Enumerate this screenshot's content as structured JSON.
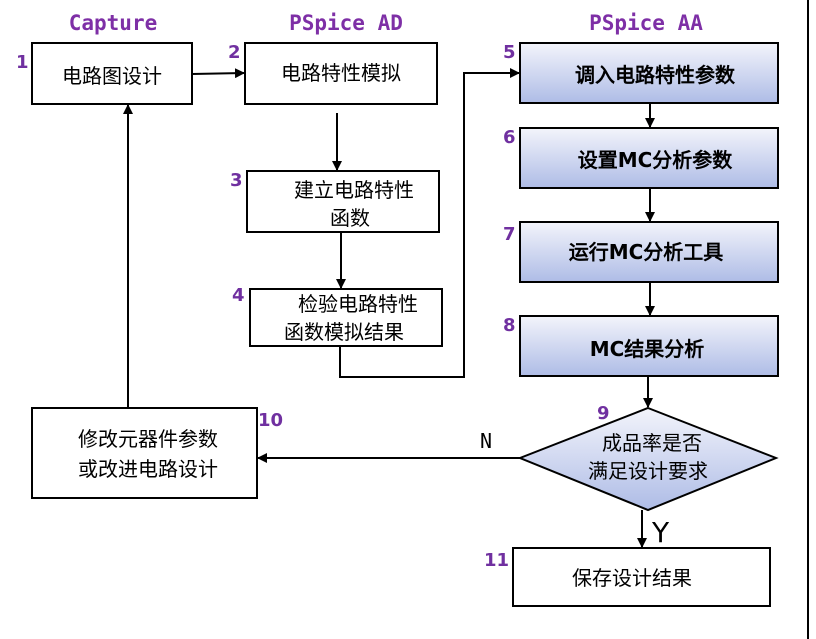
{
  "headers": {
    "capture": "Capture",
    "pspice_ad": "PSpice AD",
    "pspice_aa": "PSpice AA"
  },
  "steps": [
    {
      "num": "1",
      "lines": [
        "电路图设计"
      ]
    },
    {
      "num": "2",
      "lines": [
        "电路特性模拟"
      ]
    },
    {
      "num": "3",
      "lines": [
        "建立电路特性",
        "函数"
      ]
    },
    {
      "num": "4",
      "lines": [
        "检验电路特性",
        "函数模拟结果"
      ]
    },
    {
      "num": "5",
      "lines": [
        "调入电路特性参数"
      ]
    },
    {
      "num": "6",
      "lines": [
        "设置MC分析参数"
      ]
    },
    {
      "num": "7",
      "lines": [
        "运行MC分析工具"
      ]
    },
    {
      "num": "8",
      "lines": [
        "MC结果分析"
      ]
    },
    {
      "num": "9",
      "lines": [
        "成品率是否",
        "满足设计要求"
      ]
    },
    {
      "num": "10",
      "lines": [
        "修改元器件参数",
        "或改进电路设计"
      ]
    },
    {
      "num": "11",
      "lines": [
        "保存设计结果"
      ]
    }
  ],
  "branches": {
    "no": "N",
    "yes": "Y"
  },
  "colors": {
    "header": "#7e2fa6",
    "step_number": "#7030a0",
    "aa_fill_top": "#f3f4fb",
    "aa_fill_bottom": "#aebce6",
    "stroke": "#000000"
  }
}
